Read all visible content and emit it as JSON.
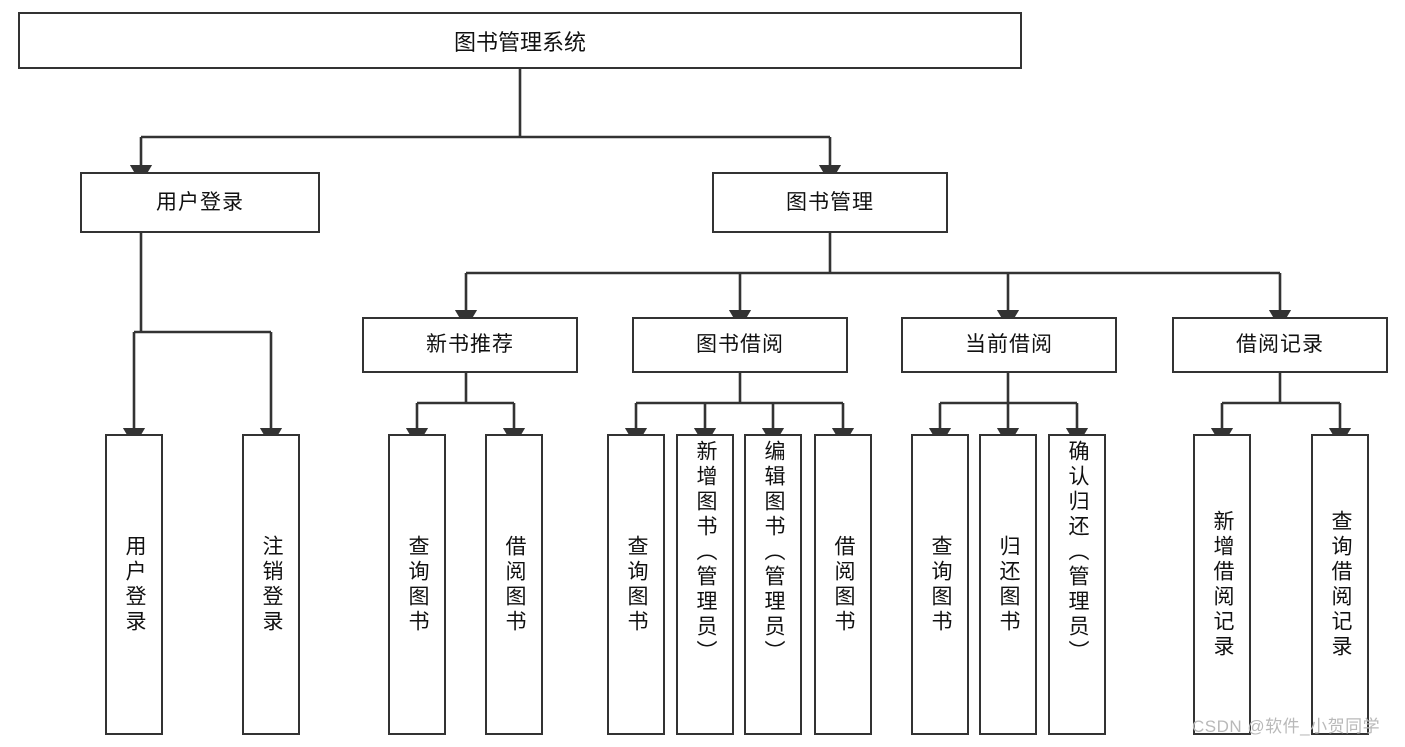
{
  "diagram": {
    "title": "图书管理系统",
    "type": "tree",
    "root": {
      "label": "图书管理系统"
    },
    "level2": [
      {
        "id": "user-login",
        "label": "用户登录"
      },
      {
        "id": "book-manage",
        "label": "图书管理"
      }
    ],
    "level3": [
      {
        "id": "new-book-rec",
        "label": "新书推荐",
        "parent": "book-manage"
      },
      {
        "id": "book-borrow",
        "label": "图书借阅",
        "parent": "book-manage"
      },
      {
        "id": "current-borrow",
        "label": "当前借阅",
        "parent": "book-manage"
      },
      {
        "id": "borrow-record",
        "label": "借阅记录",
        "parent": "book-manage"
      }
    ],
    "leaves": [
      {
        "id": "leaf-user-login",
        "label": "用户登录",
        "parent": "user-login"
      },
      {
        "id": "leaf-user-logout",
        "label": "注销登录",
        "parent": "user-login"
      },
      {
        "id": "leaf-query-book-1",
        "label": "查询图书",
        "parent": "new-book-rec"
      },
      {
        "id": "leaf-borrow-book-1",
        "label": "借阅图书",
        "parent": "new-book-rec"
      },
      {
        "id": "leaf-query-book-2",
        "label": "查询图书",
        "parent": "book-borrow"
      },
      {
        "id": "leaf-add-book",
        "label": "新增图书（管理员）",
        "parent": "book-borrow"
      },
      {
        "id": "leaf-edit-book",
        "label": "编辑图书（管理员）",
        "parent": "book-borrow"
      },
      {
        "id": "leaf-borrow-book-2",
        "label": "借阅图书",
        "parent": "book-borrow"
      },
      {
        "id": "leaf-query-book-3",
        "label": "查询图书",
        "parent": "current-borrow"
      },
      {
        "id": "leaf-return-book",
        "label": "归还图书",
        "parent": "current-borrow"
      },
      {
        "id": "leaf-confirm-return",
        "label": "确认归还（管理员）",
        "parent": "current-borrow"
      },
      {
        "id": "leaf-add-record",
        "label": "新增借阅记录",
        "parent": "borrow-record"
      },
      {
        "id": "leaf-query-record",
        "label": "查询借阅记录",
        "parent": "borrow-record"
      }
    ],
    "colors": {
      "box_border": "#333333",
      "box_fill": "#ffffff",
      "connector": "#333333",
      "text": "#111111",
      "watermark": "#b9b9b9"
    }
  },
  "watermark": {
    "text": "CSDN @软件_小贺同学"
  }
}
